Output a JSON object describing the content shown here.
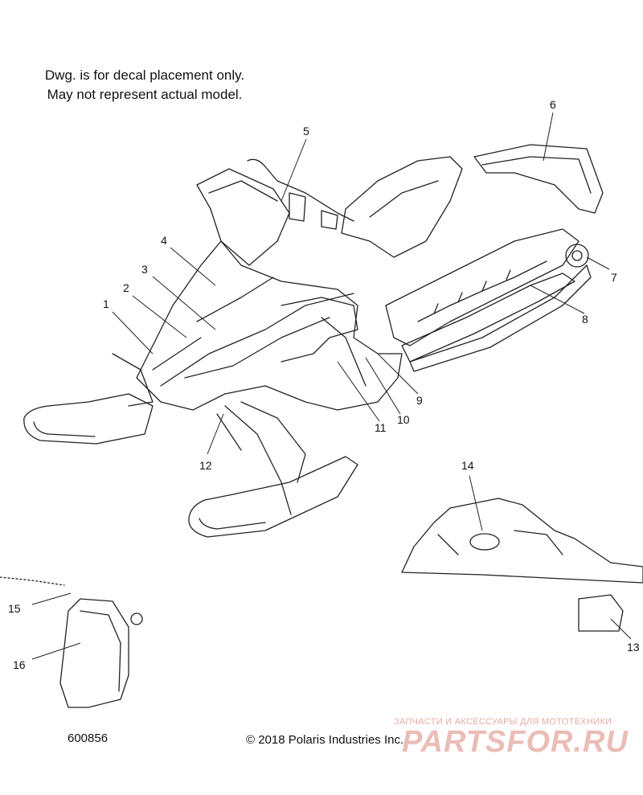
{
  "notes": {
    "line1": "Dwg. is for decal placement only.",
    "line2": "May not represent actual model."
  },
  "callouts": {
    "c1": "1",
    "c2": "2",
    "c3": "3",
    "c4": "4",
    "c5": "5",
    "c6": "6",
    "c7": "7",
    "c8": "8",
    "c9": "9",
    "c10": "10",
    "c11": "11",
    "c12": "12",
    "c13": "13",
    "c14": "14",
    "c15": "15",
    "c16": "16"
  },
  "footer": {
    "drawing_number": "600856",
    "copyright": "© 2018 Polaris Industries Inc."
  },
  "watermark": {
    "tagline": "ЗАПЧАСТИ И АКСЕССУАРЫ ДЛЯ МОТОТЕХНИКИ",
    "logo": "PARTSFOR.RU"
  }
}
